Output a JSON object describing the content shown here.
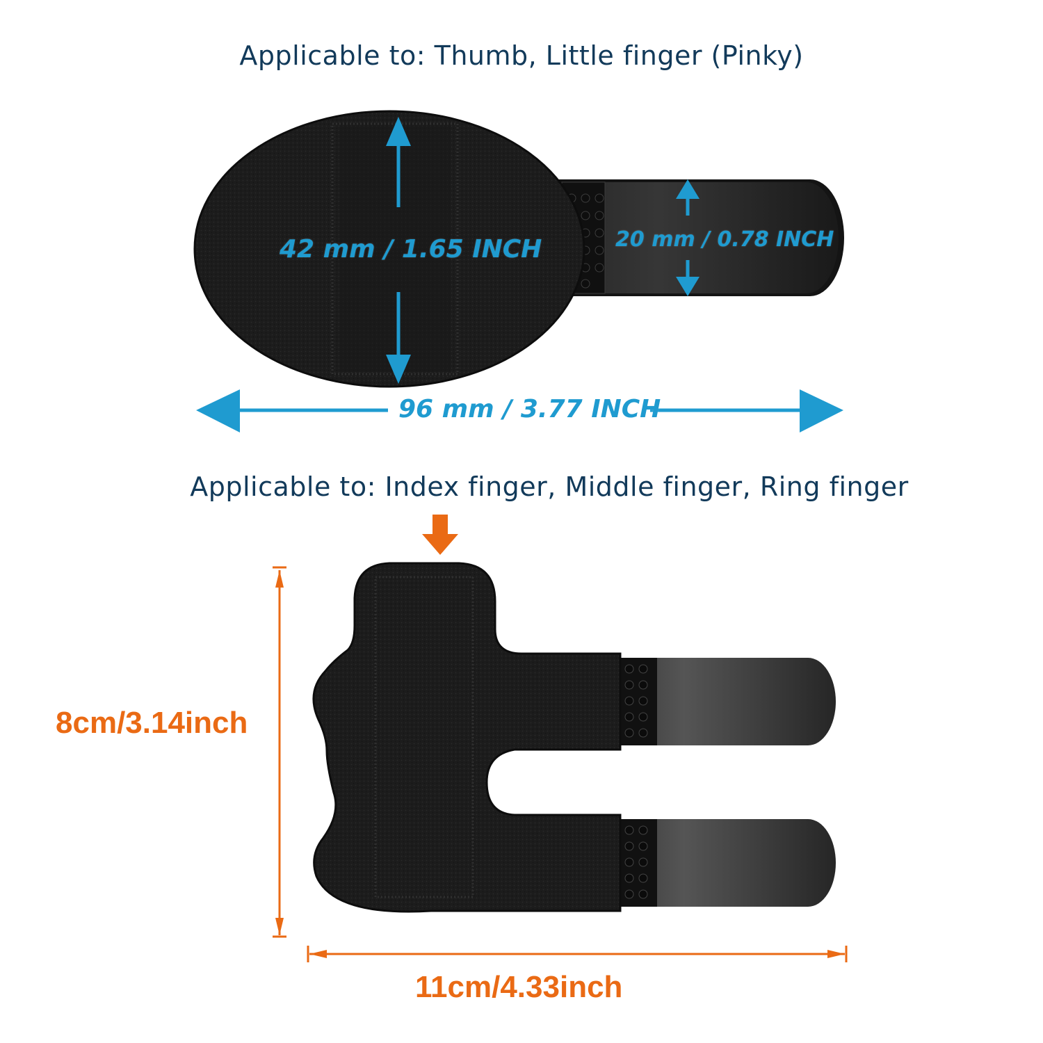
{
  "headings": {
    "top": "Applicable to: Thumb, Little finger (Pinky)",
    "bottom": "Applicable to: Index finger, Middle finger, Ring finger"
  },
  "splint_top": {
    "height_label": "42 mm / 1.65 INCH",
    "strap_label": "20 mm / 0.78 INCH",
    "width_label": "96 mm / 3.77 INCH"
  },
  "splint_bottom": {
    "height_label": "8cm/3.14inch",
    "width_label": "11cm/4.33inch"
  },
  "colors": {
    "heading": "#123a5a",
    "blue_dimension": "#1f9bd0",
    "orange_dimension": "#ea6a14",
    "fabric": "#1c1c1c"
  }
}
